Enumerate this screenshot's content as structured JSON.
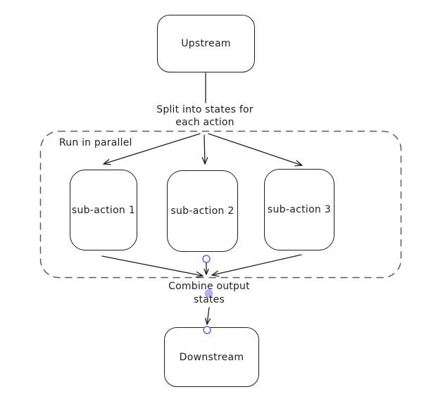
{
  "diagram": {
    "nodes": {
      "upstream": {
        "label": "Upstream"
      },
      "sub_action_1": {
        "label": "sub-action 1"
      },
      "sub_action_2": {
        "label": "sub-action 2"
      },
      "sub_action_3": {
        "label": "sub-action 3"
      },
      "downstream": {
        "label": "Downstream"
      }
    },
    "labels": {
      "split_line1": "Split into states for",
      "split_line2": "each action",
      "parallel_group": "Run in parallel",
      "combine_line1": "Combine output",
      "combine_line2": "states"
    },
    "colors": {
      "stroke": "#1e1e1e",
      "group_border": "#5c5c5c",
      "connection_point_stroke": "#6965db",
      "connection_point_fill": "#b8b0f2",
      "background": "#ffffff"
    }
  }
}
